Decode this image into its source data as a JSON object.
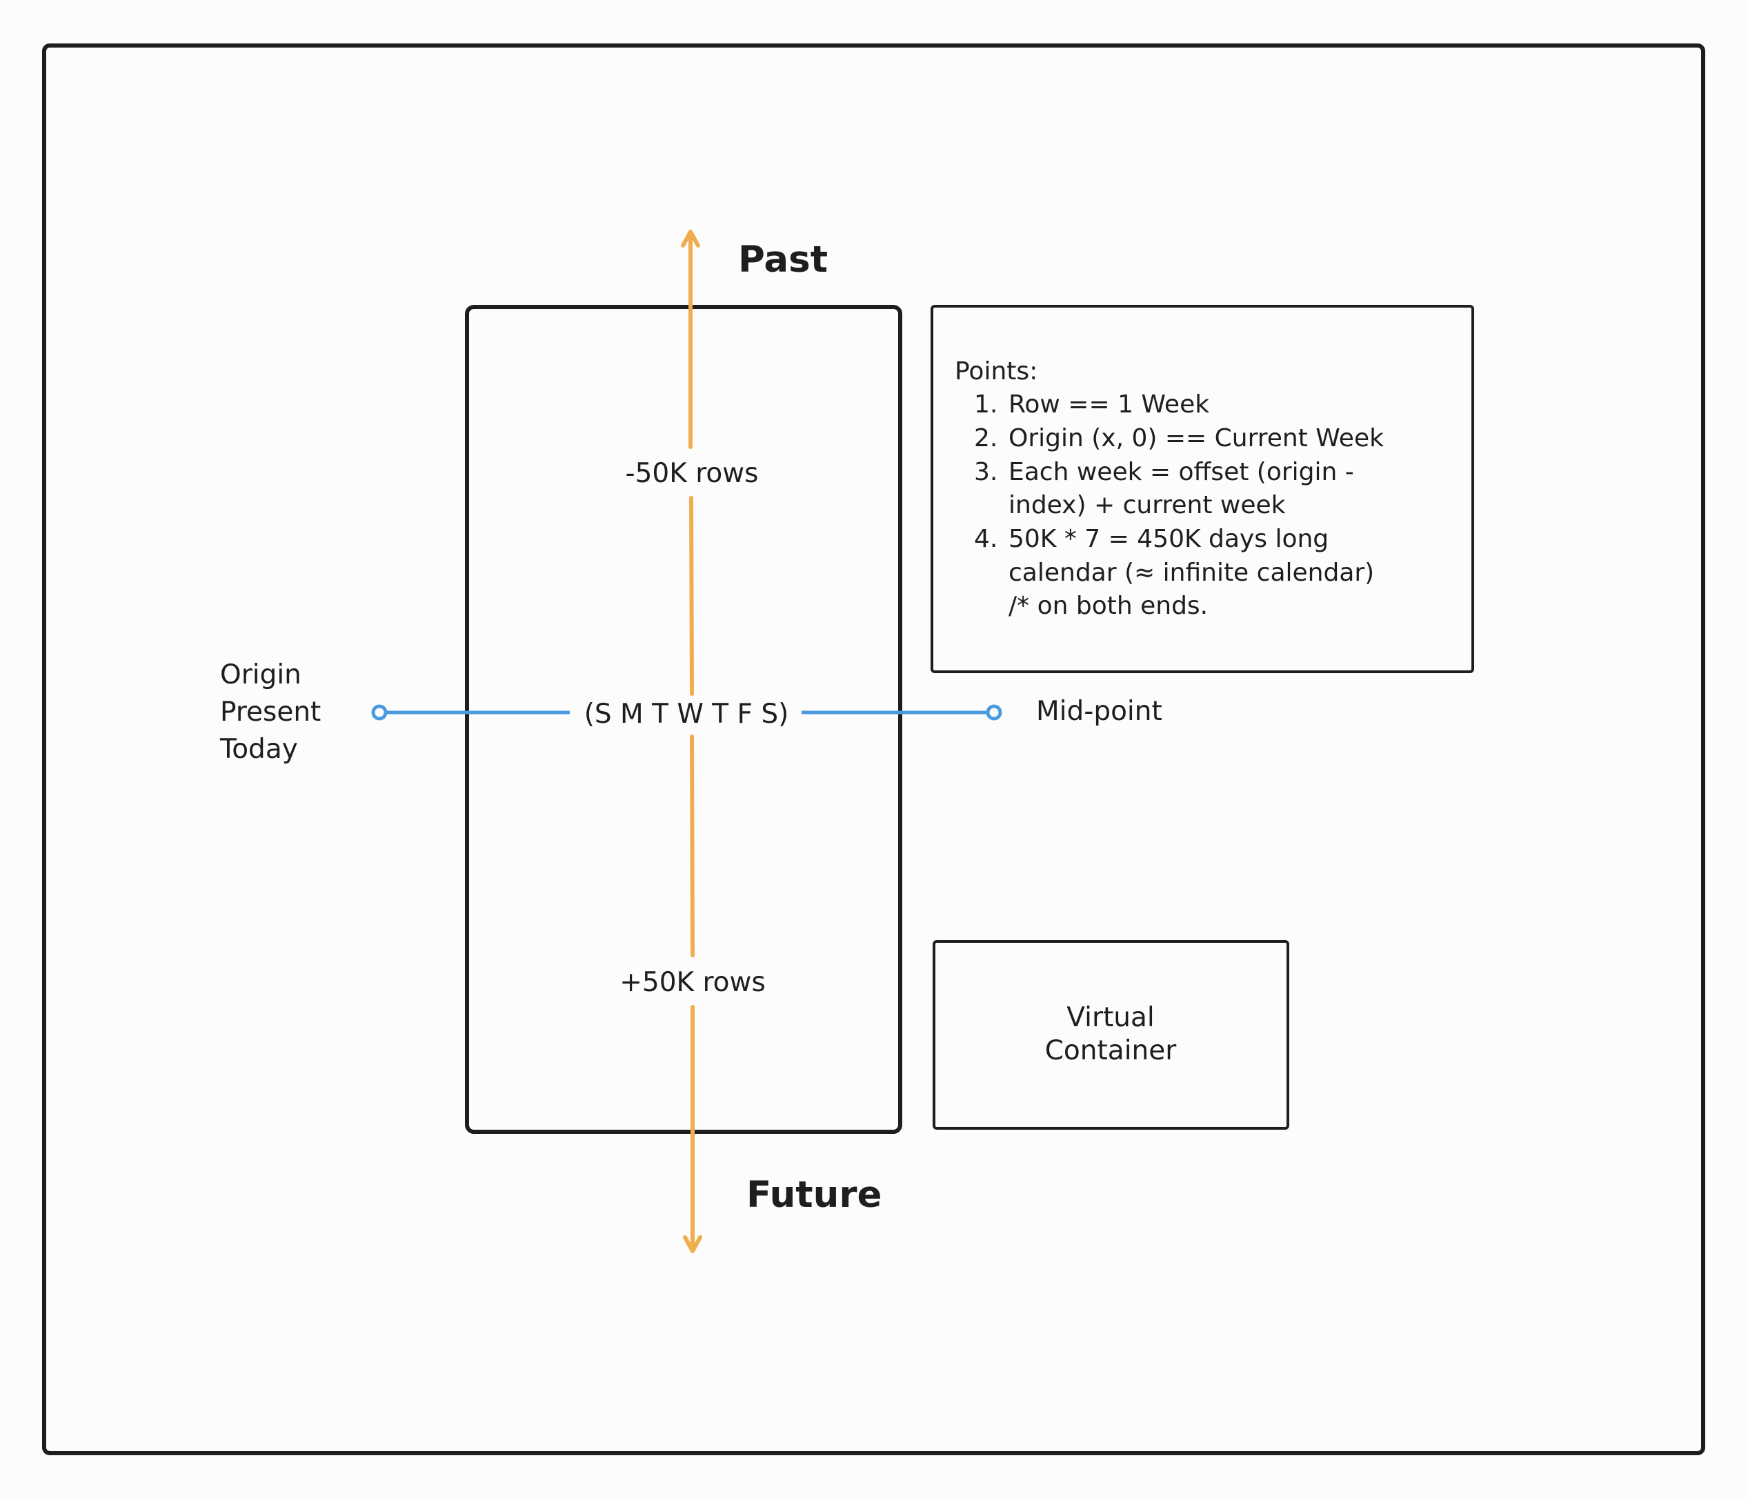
{
  "labels": {
    "past": "Past",
    "future": "Future",
    "minus_rows": "-50K rows",
    "plus_rows": "+50K rows",
    "week_row": "(S M T W T F S)",
    "origin_lines": [
      "Origin",
      "Present",
      "Today"
    ],
    "mid_point": "Mid-point",
    "virtual_container_lines": [
      "Virtual",
      "Container"
    ]
  },
  "notes": {
    "heading": "Points:",
    "items": [
      {
        "num": "1.",
        "lines": [
          "Row == 1 Week"
        ]
      },
      {
        "num": "2.",
        "lines": [
          "Origin (x, 0) == Current Week"
        ]
      },
      {
        "num": "3.",
        "lines": [
          "Each week = offset (origin -",
          "index) + current week"
        ]
      },
      {
        "num": "4.",
        "lines": [
          "50K * 7 = 450K days long",
          "calendar (≈ infinite calendar)",
          "/* on both ends."
        ]
      }
    ]
  },
  "colors": {
    "stroke": "#1e1e1e",
    "time_axis": "#f0ad4e",
    "origin_line": "#4a9ae0",
    "background": "#fcfcfd"
  }
}
